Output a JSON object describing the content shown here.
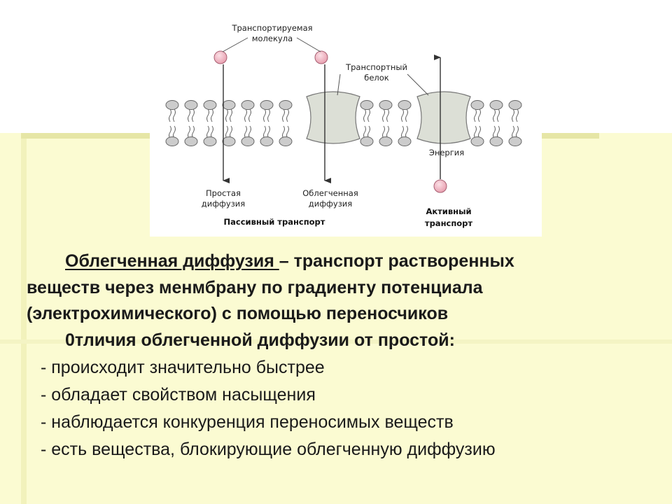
{
  "figure": {
    "label_molecule_1": "Транспортируемая",
    "label_molecule_2": "молекула",
    "label_protein_1": "Транспортный",
    "label_protein_2": "белок",
    "label_energy": "Энергия",
    "label_simple_1": "Простая",
    "label_simple_2": "диффузия",
    "label_facilitated_1": "Облегченная",
    "label_facilitated_2": "диффузия",
    "label_passive": "Пассивный транспорт",
    "label_active_1": "Активный",
    "label_active_2": "транспорт",
    "colors": {
      "molecule": "#e8a0b0",
      "protein": "#d8dcd0",
      "lipid_head": "#cccccc"
    }
  },
  "text": {
    "definition_term": "Облегченная диффузия ",
    "definition_rest_1": "– транспорт растворенных",
    "definition_line_2": "веществ через менмбрану  по градиенту потенциала",
    "definition_line_3": "(электрохимического) с помощью переносчиков",
    "differences_heading": "0тличия облегченной диффузии от простой:",
    "differences": [
      "- происходит значительно быстрее",
      "- обладает свойством насыщения",
      "- наблюдается конкуренция переносимых веществ",
      "- есть вещества, блокирующие облегченную диффузию"
    ]
  }
}
